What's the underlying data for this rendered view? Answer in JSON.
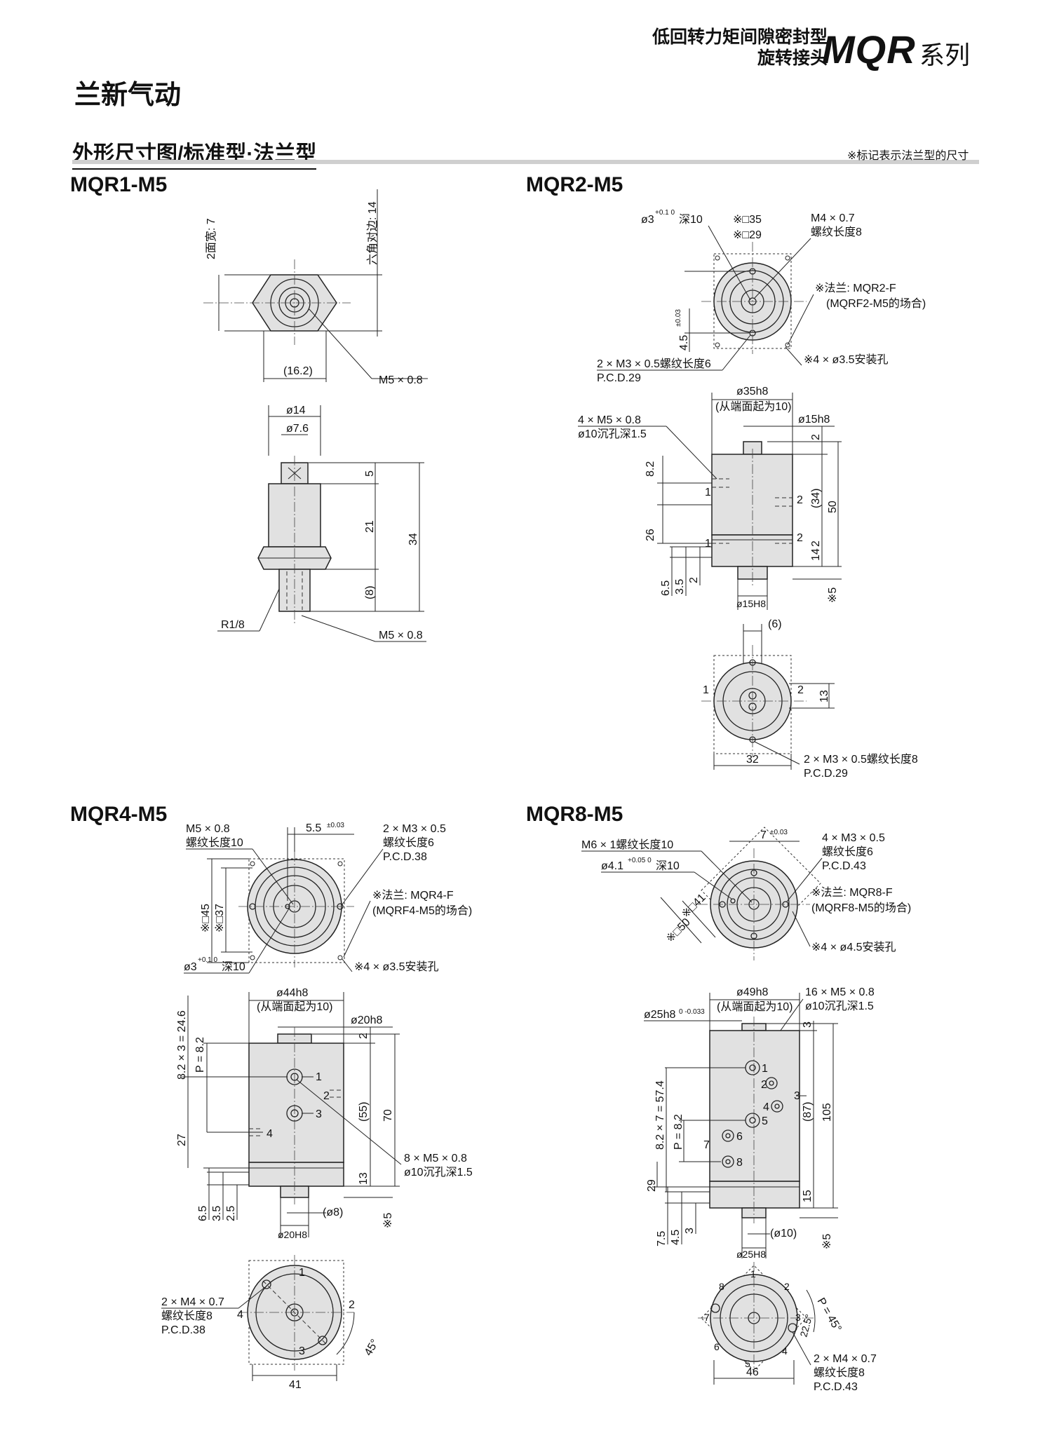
{
  "header": {
    "subtitle_line1": "低回转力矩间隙密封型",
    "subtitle_line2": "旋转接头",
    "series": "MQR",
    "series_suffix": "系列"
  },
  "brand": "兰新气动",
  "section": {
    "title": "外形尺寸图/标准型·法兰型",
    "note": "※标记表示法兰型的尺寸"
  },
  "models": {
    "mqr1": {
      "title": "MQR1-M5",
      "dims": {
        "two_face": "2面宽: 7",
        "hex": "六角对边: 14",
        "w162": "(16.2)",
        "m5a": "M5 × 0.8",
        "d14": "ø14",
        "d76": "ø7.6",
        "h5": "5",
        "h21": "21",
        "h34": "34",
        "h8": "(8)",
        "r18": "R1/8",
        "m5b": "M5 × 0.8"
      }
    },
    "mqr2": {
      "title": "MQR2-M5",
      "dims": {
        "d3": "ø3",
        "d3tol": "+0.1 0",
        "d3deep": "深10",
        "sq35": "※□35",
        "sq29": "※□29",
        "m4": "M4 × 0.7",
        "m4len": "螺纹长度8",
        "flange": "※法兰: MQR2-F",
        "flange2": "(MQRF2-M5的场合)",
        "v45": "4.5",
        "v45tol": "±0.03",
        "m3": "2 × M3 × 0.5螺纹长度6",
        "pcd": "P.C.D.29",
        "holes": "※4 × ø3.5安装孔",
        "d35h8": "ø35h8",
        "from_end": "(从端面起为10)",
        "d15h8": "ø15h8",
        "m5": "4 × M5 × 0.8",
        "cb": "ø10沉孔深1.5",
        "h82": "8.2",
        "h2a": "2",
        "h34": "(34)",
        "h50": "50",
        "h26": "26",
        "h2b": "2",
        "h14": "14",
        "h65": "6.5",
        "h35": "3.5",
        "h2c": "2",
        "d15H8": "ø15H8",
        "s5": "※5",
        "w6": "(6)",
        "p1": "1",
        "p2": "2",
        "h13": "13",
        "w32": "32",
        "m3b": "2 × M3 × 0.5螺纹长度8",
        "pcd2": "P.C.D.29"
      }
    },
    "mqr4": {
      "title": "MQR4-M5",
      "dims": {
        "m5": "M5 × 0.8",
        "m5len": "螺纹长度10",
        "v55": "5.5",
        "v55tol": "±0.03",
        "m3": "2 × M3 × 0.5",
        "m3len": "螺纹长度6",
        "pcd": "P.C.D.38",
        "sq45": "※□45",
        "sq37": "※□37",
        "flange": "※法兰: MQR4-F",
        "flange2": "(MQRF4-M5的场合)",
        "d3": "ø3",
        "d3tol": "+0.1 0",
        "d3deep": "深10",
        "holes": "※4 × ø3.5安装孔",
        "d44h8": "ø44h8",
        "from_end": "(从端面起为10)",
        "d20h8": "ø20h8",
        "pitch_total": "8.2 × 3 = 24.6",
        "pitch": "P = 8.2",
        "h2": "2",
        "h55": "(55)",
        "h70": "70",
        "p1": "1",
        "p2": "2",
        "p3": "3",
        "p4": "4",
        "m5b": "8 × M5 × 0.8",
        "cb": "ø10沉孔深1.5",
        "h27": "27",
        "h13": "13",
        "h65": "6.5",
        "h35": "3.5",
        "h25": "2.5",
        "w8": "(ø8)",
        "d20H8": "ø20H8",
        "s5": "※5",
        "m4": "2 × M4 × 0.7",
        "m4len": "螺纹长度8",
        "pcd2": "P.C.D.38",
        "b1": "1",
        "b2": "2",
        "b3": "3",
        "b4": "4",
        "a45": "45°",
        "w41": "41"
      }
    },
    "mqr8": {
      "title": "MQR8-M5",
      "dims": {
        "m6": "M6 × 1螺纹长度10",
        "v7": "7",
        "v7tol": "±0.03",
        "d41": "ø4.1",
        "d41tol": "+0.05 0",
        "d41deep": "深10",
        "m3": "4 × M3 × 0.5",
        "m3len": "螺纹长度6",
        "pcd": "P.C.D.43",
        "flange": "※法兰: MQR8-F",
        "flange2": "(MQRF8-M5的场合)",
        "sq41": "※□41",
        "sq50": "※□50",
        "holes": "※4 × ø4.5安装孔",
        "d49h8": "ø49h8",
        "d25h8": "ø25h8",
        "d25tol": "0 -0.033",
        "from_end": "(从端面起为10)",
        "m5": "16 × M5 × 0.8",
        "cb": "ø10沉孔深1.5",
        "h3": "3",
        "pitch_total": "8.2 × 7 = 57.4",
        "pitch": "P = 8.2",
        "h87": "(87)",
        "h105": "105",
        "h3b": "3",
        "h7": "7",
        "p1": "1",
        "p2": "2",
        "p3": "3",
        "p4": "4",
        "p5": "5",
        "p6": "6",
        "p8": "8",
        "h29": "29",
        "h15": "15",
        "h75": "7.5",
        "h45": "4.5",
        "h3c": "3",
        "w10": "(ø10)",
        "d25H8": "ø25H8",
        "s5": "※5",
        "pa": "P = 45°",
        "a225": "22.5°",
        "m4": "2 × M4 × 0.7",
        "m4len": "螺纹长度8",
        "pcd2": "P.C.D.43",
        "w46": "46",
        "b1": "1",
        "b2": "2",
        "b3": "3",
        "b4": "4",
        "b5": "5",
        "b6": "6",
        "b7": "7",
        "b8": "8"
      }
    }
  }
}
